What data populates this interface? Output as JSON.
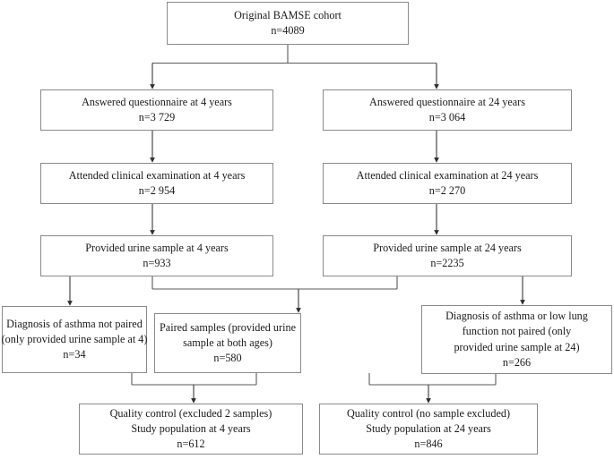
{
  "figure": {
    "type": "flowchart",
    "title": "BAMSE cohort participant flow",
    "colors": {
      "box_border": "#8a8a8a",
      "connector": "#3a3a3a",
      "text": "#1a1a1a",
      "background": "#ffffff"
    }
  },
  "nodes": {
    "root": {
      "name": "original-cohort",
      "lines": [
        "Original BAMSE cohort",
        "n=4089"
      ],
      "count": 4089
    },
    "questionnaire_4": {
      "name": "answered-questionnaire-4",
      "lines": [
        "Answered questionnaire at 4 years",
        "n=3 729"
      ],
      "count": 3729
    },
    "questionnaire_24": {
      "name": "answered-questionnaire-24",
      "lines": [
        "Answered questionnaire at 24 years",
        "n=3 064"
      ],
      "count": 3064
    },
    "exam_4": {
      "name": "attended-clinical-examination-4",
      "lines": [
        "Attended clinical examination at 4 years",
        "n=2 954"
      ],
      "count": 2954
    },
    "exam_24": {
      "name": "attended-clinical-examination-24",
      "lines": [
        "Attended clinical examination at 24 years",
        "n=2 270"
      ],
      "count": 2270
    },
    "urine_4": {
      "name": "provided-urine-sample-4",
      "lines": [
        "Provided urine sample at 4 years",
        "n=933"
      ],
      "count": 933
    },
    "urine_24": {
      "name": "provided-urine-sample-24",
      "lines": [
        "Provided urine sample at 24 years",
        "n=2235"
      ],
      "count": 2235
    },
    "not_paired_4": {
      "name": "diagnosis-not-paired-4",
      "lines": [
        "Diagnosis of asthma not paired",
        "(only provided urine sample at 4)",
        "n=34"
      ],
      "count": 34
    },
    "paired": {
      "name": "paired-samples",
      "lines": [
        "Paired samples (provided urine",
        "sample at both ages)",
        "n=580"
      ],
      "count": 580
    },
    "not_paired_24": {
      "name": "diagnosis-not-paired-24",
      "lines": [
        "Diagnosis of asthma or low lung",
        "function not paired (only",
        "provided urine sample at 24)",
        "n=266"
      ],
      "count": 266
    },
    "qc_4": {
      "name": "quality-control-4",
      "lines": [
        "Quality control (excluded 2 samples)",
        "Study population at 4 years",
        "n=612"
      ],
      "count": 612
    },
    "qc_24": {
      "name": "quality-control-24",
      "lines": [
        "Quality control (no sample excluded)",
        "Study population at 24 years",
        "n=846"
      ],
      "count": 846
    }
  }
}
